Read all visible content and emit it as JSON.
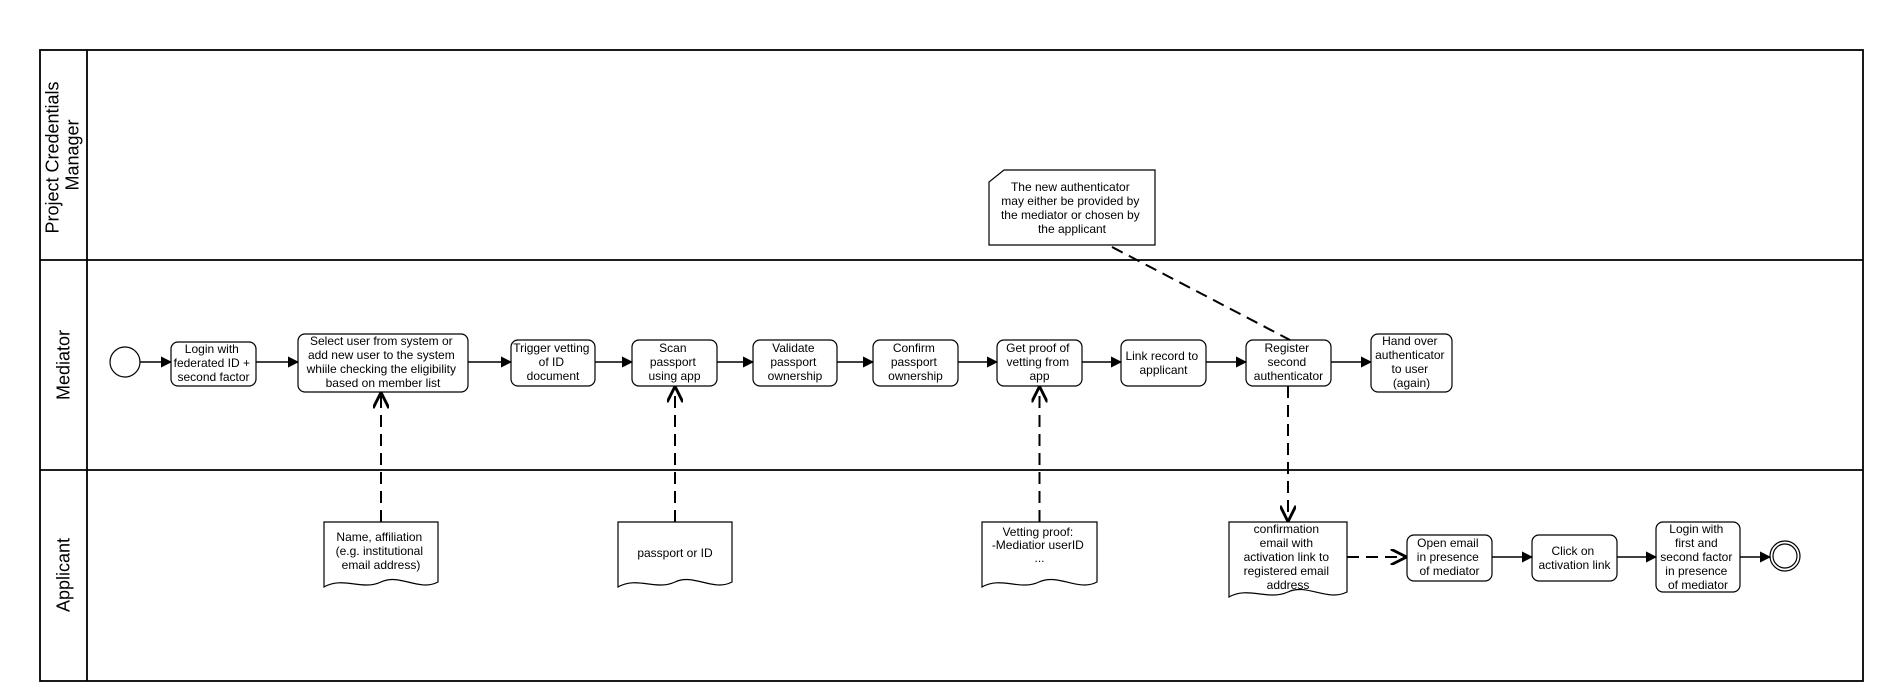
{
  "lanes": [
    {
      "id": "pcm",
      "label_lines": [
        "Project Credentials",
        "Manager"
      ]
    },
    {
      "id": "mediator",
      "label_lines": [
        "Mediator"
      ]
    },
    {
      "id": "applicant",
      "label_lines": [
        "Applicant"
      ]
    }
  ],
  "tasks": [
    {
      "id": "login-federated",
      "lines": [
        "Login with",
        "federated ID +",
        "second factor"
      ]
    },
    {
      "id": "select-user",
      "lines": [
        "Select user from system or",
        "add new user to the system",
        "whiile checking the eligibility",
        "based on member list"
      ]
    },
    {
      "id": "trigger-vetting",
      "lines": [
        "Trigger vetting",
        "of  ID",
        "document"
      ]
    },
    {
      "id": "scan-passport",
      "lines": [
        "Scan",
        "passport",
        "using app"
      ]
    },
    {
      "id": "validate-passport",
      "lines": [
        "Validate",
        "passport",
        "ownership"
      ]
    },
    {
      "id": "confirm-passport",
      "lines": [
        "Confirm",
        "passport",
        "ownership"
      ]
    },
    {
      "id": "get-proof",
      "lines": [
        "Get proof of",
        "vetting from",
        "app"
      ]
    },
    {
      "id": "link-record",
      "lines": [
        "Link record to",
        "applicant"
      ]
    },
    {
      "id": "register-second",
      "lines": [
        "Register",
        "second",
        "authenticator"
      ]
    },
    {
      "id": "hand-over",
      "lines": [
        "Hand over",
        "authenticator",
        "to user",
        "(again)"
      ]
    },
    {
      "id": "open-email",
      "lines": [
        "Open email",
        "in presence",
        "of mediator"
      ]
    },
    {
      "id": "click-activation",
      "lines": [
        "Click on",
        "activation link"
      ]
    },
    {
      "id": "login-first-second",
      "lines": [
        "Login with",
        "first and",
        "second factor",
        "in presence",
        "of mediator"
      ]
    }
  ],
  "data_objects": [
    {
      "id": "name-affiliation",
      "lines": [
        "Name, affiliation",
        "(e.g. institutional",
        "email address)"
      ]
    },
    {
      "id": "passport-or-id",
      "lines": [
        "passport or ID"
      ]
    },
    {
      "id": "vetting-proof",
      "lines": [
        "Vetting proof:",
        "-Mediatior userID",
        "..."
      ]
    },
    {
      "id": "confirmation-email",
      "lines": [
        "confirmation",
        "email with",
        "activation link to",
        "registered email",
        "address"
      ]
    }
  ],
  "annotation": {
    "lines": [
      "The new authenticator",
      "may either be provided by",
      "the mediator or chosen by",
      "the applicant"
    ]
  }
}
